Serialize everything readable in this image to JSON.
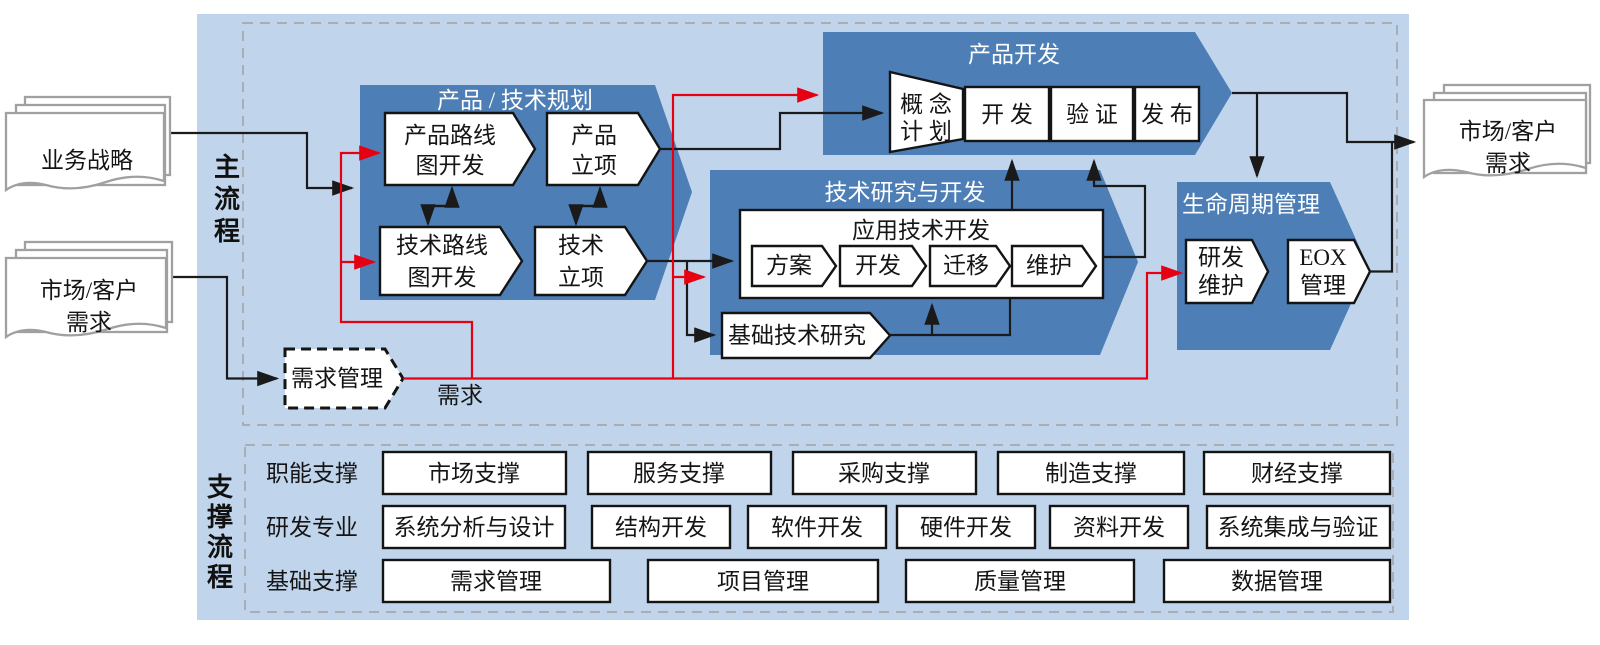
{
  "colors": {
    "panel_bg": "#c0d5ec",
    "block_blue": "#4d7eb6",
    "line_black": "#1a1a1a",
    "line_red": "#e60012",
    "doc_border": "#a0a0a0"
  },
  "external": {
    "business_strategy": "业务战略",
    "market_customer_in_line1": "市场/客户",
    "market_customer_in_line2": "需求",
    "market_customer_out_line1": "市场/客户",
    "market_customer_out_line2": "需求"
  },
  "lanes": {
    "main": [
      "主",
      "流",
      "程"
    ],
    "support": [
      "支",
      "撑",
      "流",
      "程"
    ]
  },
  "planning": {
    "title": "产品 / 技术规划",
    "product_roadmap_line1": "产品路线",
    "product_roadmap_line2": "图开发",
    "product_initiation_line1": "产品",
    "product_initiation_line2": "立项",
    "tech_roadmap_line1": "技术路线",
    "tech_roadmap_line2": "图开发",
    "tech_initiation_line1": "技术",
    "tech_initiation_line2": "立项"
  },
  "product_dev": {
    "title": "产品开发",
    "concept_line1": "概 念",
    "concept_line2": "计 划",
    "develop": "开 发",
    "verify": "验 证",
    "release": "发 布"
  },
  "tech_rd": {
    "title": "技术研究与开发",
    "applied_title": "应用技术开发",
    "steps": [
      "方案",
      "开发",
      "迁移",
      "维护"
    ],
    "basic_research": "基础技术研究"
  },
  "lifecycle": {
    "title": "生命周期管理",
    "rd_maintain_line1": "研发",
    "rd_maintain_line2": "维护",
    "eox_line1": "EOX",
    "eox_line2": "管理"
  },
  "requirement": {
    "label": "需求管理",
    "output": "需求"
  },
  "support": {
    "rows": [
      {
        "label": "职能支撑",
        "boxes": [
          "市场支撑",
          "服务支撑",
          "采购支撑",
          "制造支撑",
          "财经支撑"
        ]
      },
      {
        "label": "研发专业",
        "boxes": [
          "系统分析与设计",
          "结构开发",
          "软件开发",
          "硬件开发",
          "资料开发",
          "系统集成与验证"
        ]
      },
      {
        "label": "基础支撑",
        "boxes": [
          "需求管理",
          "项目管理",
          "质量管理",
          "数据管理"
        ]
      }
    ]
  }
}
